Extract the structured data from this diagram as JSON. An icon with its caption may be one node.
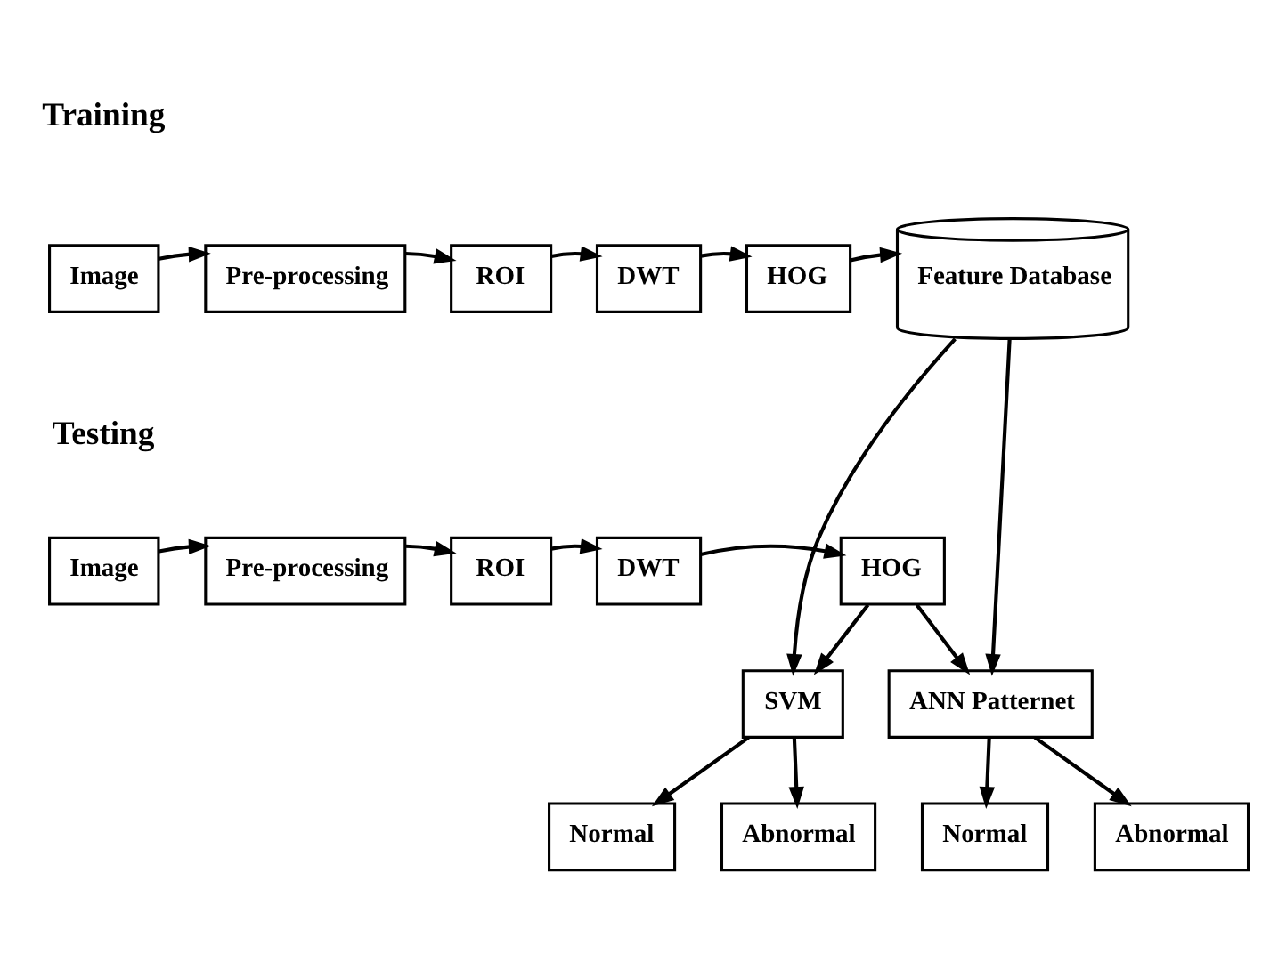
{
  "diagram": {
    "nodes": [
      {
        "text": [
          "Image"
        ]
      },
      {
        "text": [
          "Pre-processing"
        ]
      },
      {
        "text": [
          "ROI"
        ]
      },
      {
        "text": [
          "DWT"
        ]
      },
      {
        "text": [
          "HOG"
        ]
      },
      {
        "text": [
          "Feature Database"
        ]
      },
      {
        "text": [
          "Image"
        ]
      },
      {
        "text": [
          "Pre-processing"
        ]
      },
      {
        "text": [
          "ROI"
        ]
      },
      {
        "text": [
          "DWT"
        ]
      },
      {
        "text": [
          "HOG"
        ]
      },
      {
        "text": [
          "SVM"
        ]
      },
      {
        "text": [
          "ANN Patternet"
        ]
      },
      {
        "text": [
          "Normal"
        ]
      },
      {
        "text": [
          "Abnormal"
        ]
      },
      {
        "text": [
          "Normal"
        ]
      },
      {
        "text": [
          "Abnormal"
        ]
      }
    ],
    "edges": [
      {
        "from": 0,
        "to": 1,
        "arrow": "to"
      },
      {
        "from": 1,
        "to": 2,
        "arrow": "to"
      },
      {
        "from": 2,
        "to": 3,
        "arrow": "to"
      },
      {
        "from": 3,
        "to": 4,
        "arrow": "to"
      },
      {
        "from": 4,
        "to": 5,
        "arrow": "to"
      },
      {
        "from": 6,
        "to": 7,
        "arrow": "to"
      },
      {
        "from": 7,
        "to": 8,
        "arrow": "to"
      },
      {
        "from": 8,
        "to": 9,
        "arrow": "to"
      },
      {
        "from": 9,
        "to": 10,
        "arrow": "to"
      },
      {
        "from": 10,
        "to": 11,
        "arrow": "to"
      },
      {
        "from": 10,
        "to": 12,
        "arrow": "to"
      },
      {
        "from": 5,
        "to": 11,
        "arrow": "to"
      },
      {
        "from": 5,
        "to": 12,
        "arrow": "to"
      },
      {
        "from": 11,
        "to": 13,
        "arrow": "to"
      },
      {
        "from": 11,
        "to": 14,
        "arrow": "to"
      },
      {
        "from": 12,
        "to": 15,
        "arrow": "to"
      },
      {
        "from": 12,
        "to": 16,
        "arrow": "to"
      }
    ],
    "labels": [
      "Training",
      "Testing"
    ]
  }
}
